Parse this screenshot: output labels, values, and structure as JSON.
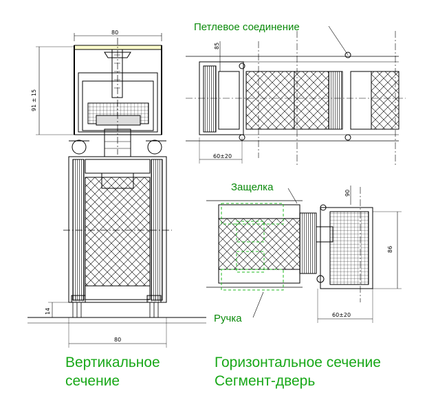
{
  "labels": {
    "hinge": "Петлевое соединение",
    "latch": "Защелка",
    "handle": "Ручка"
  },
  "captions": {
    "vertical_line1": "Вертикальное",
    "vertical_line2": "сечение",
    "horizontal_line1": "Горизонтальное сечение",
    "horizontal_line2": "Сегмент-дверь"
  },
  "dimensions": {
    "vertical_top_width": "80",
    "vertical_height": "91 ± 15",
    "vertical_bottom_gap": "14",
    "vertical_bottom_width": "80",
    "top_right_vertical": "85",
    "top_right_horizontal": "60±20",
    "bottom_right_top": "90",
    "bottom_right_height": "86",
    "bottom_right_horizontal": "60±20"
  },
  "colors": {
    "label_green": "#0a8a0a",
    "caption_green": "#19a819",
    "dashed_green": "#22bb22",
    "line": "#000000",
    "panel_fill": "#f4f4f4"
  }
}
